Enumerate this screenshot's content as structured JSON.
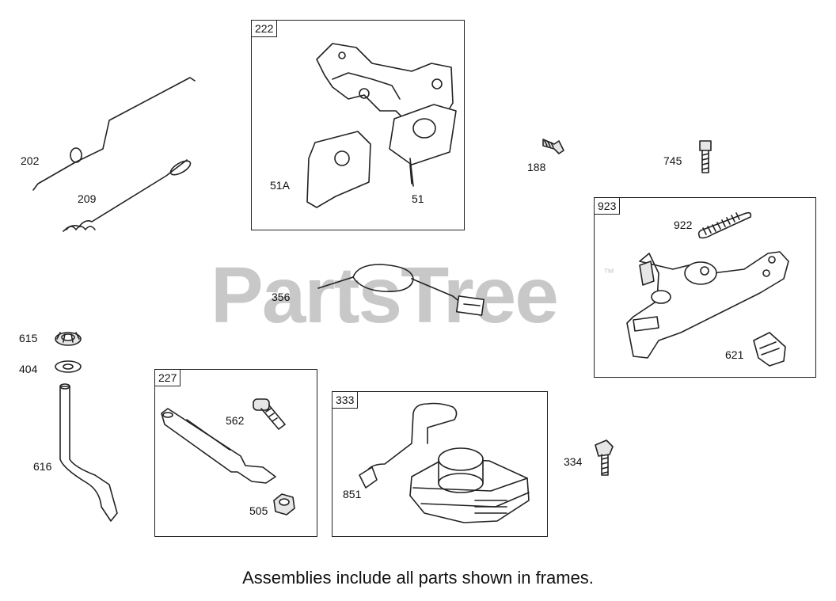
{
  "watermark": {
    "brand": "PartsTree",
    "tm": "™"
  },
  "frames": [
    {
      "id": "222"
    },
    {
      "id": "923"
    },
    {
      "id": "227"
    },
    {
      "id": "333"
    }
  ],
  "part_labels": {
    "p202": "202",
    "p209": "209",
    "p51a": "51A",
    "p51": "51",
    "p188": "188",
    "p745": "745",
    "p922": "922",
    "p356": "356",
    "p621": "621",
    "p615": "615",
    "p404": "404",
    "p616": "616",
    "p562": "562",
    "p505": "505",
    "p851": "851",
    "p334": "334"
  },
  "caption": "Assemblies include all parts shown in frames."
}
